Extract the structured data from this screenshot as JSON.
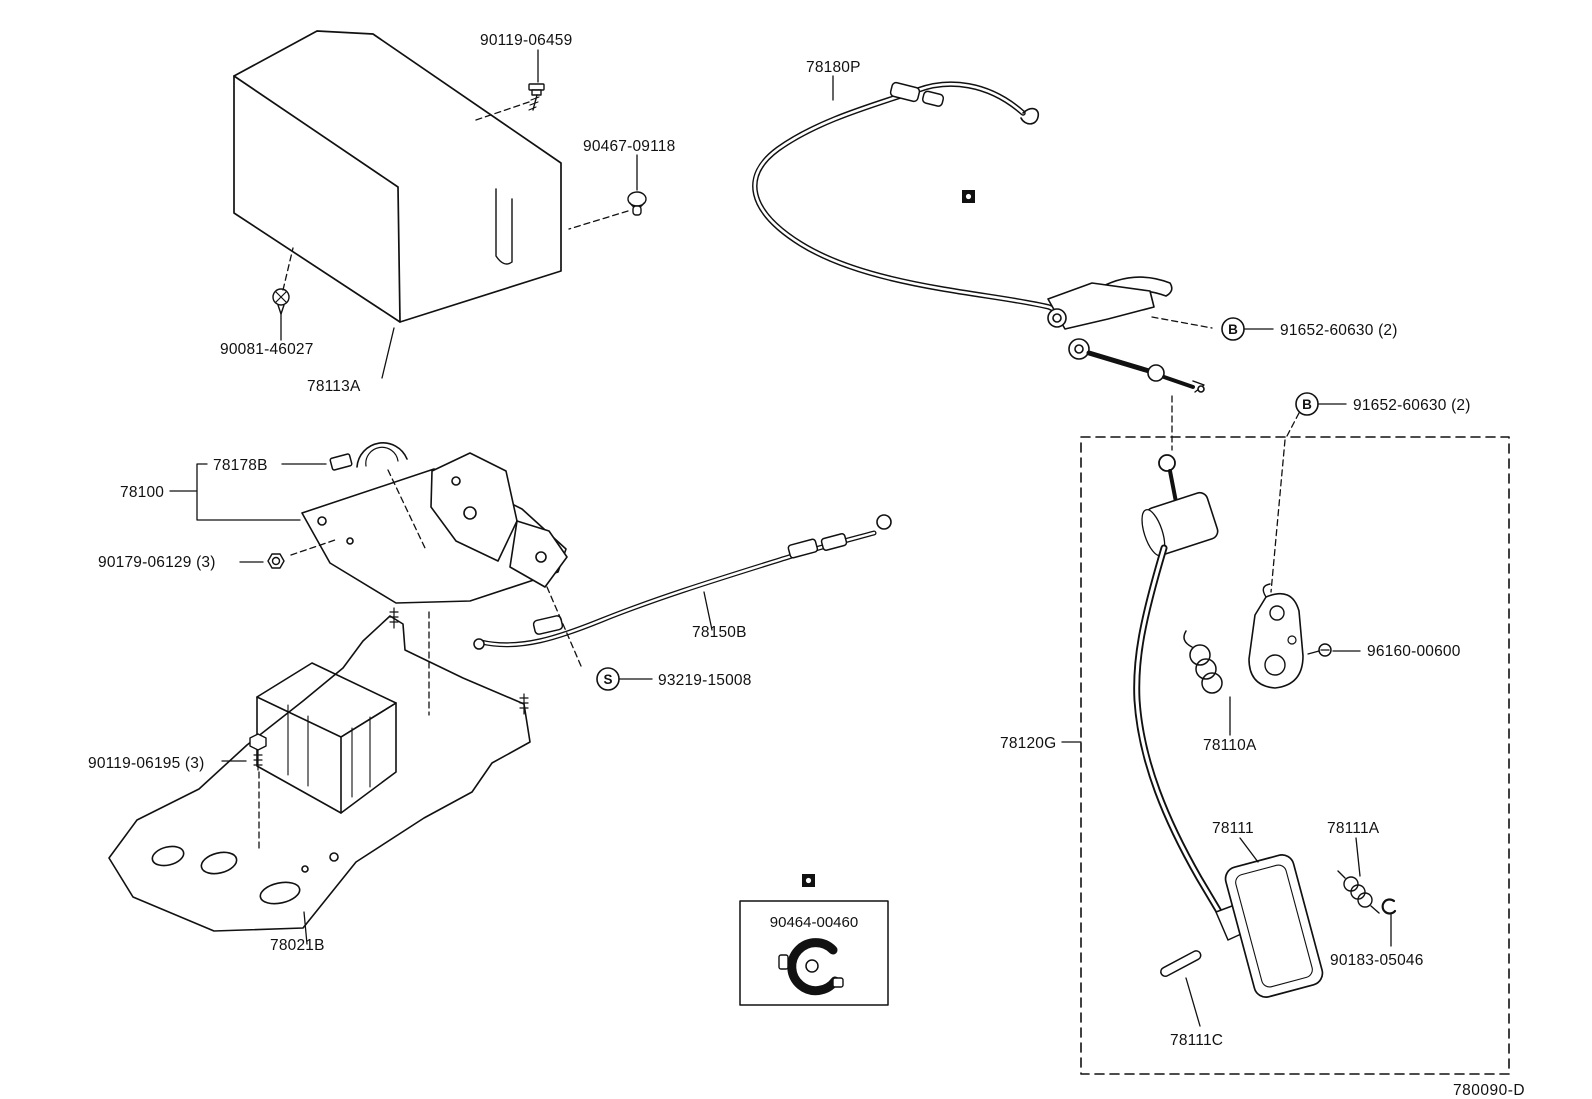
{
  "diagram": {
    "code": "780090-D",
    "colors": {
      "ink": "#111111",
      "background": "#ffffff"
    },
    "callouts": {
      "b": "B",
      "s": "S"
    },
    "parts": {
      "p90119_06459": "90119-06459",
      "p78180P": "78180P",
      "p90467_09118": "90467-09118",
      "p90081_46027": "90081-46027",
      "p78113A": "78113A",
      "p78178B": "78178B",
      "p78100": "78100",
      "p90179_06129": "90179-06129 (3)",
      "p78150B": "78150B",
      "p93219_15008": "93219-15008",
      "p90119_06195": "90119-06195 (3)",
      "p78021B": "78021B",
      "p90464_00460": "90464-00460",
      "p91652_60630_1": "91652-60630 (2)",
      "p91652_60630_2": "91652-60630 (2)",
      "p96160_00600": "96160-00600",
      "p78120G": "78120G",
      "p78110A": "78110A",
      "p78111": "78111",
      "p78111A": "78111A",
      "p90183_05046": "90183-05046",
      "p78111C": "78111C"
    }
  }
}
